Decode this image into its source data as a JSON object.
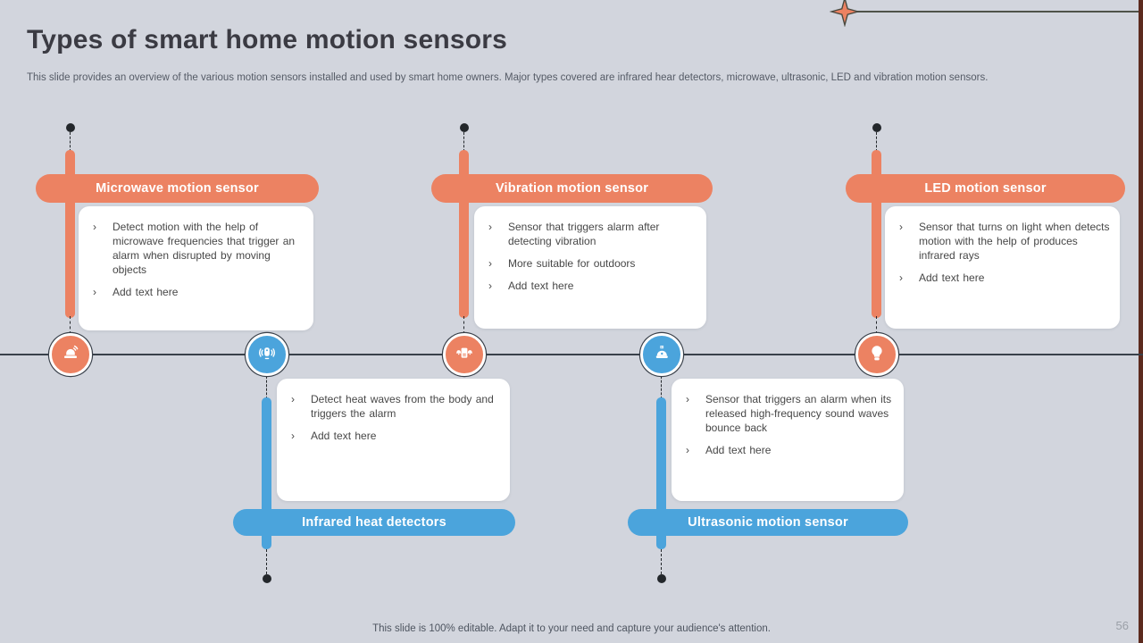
{
  "slide": {
    "title": "Types of smart home motion sensors",
    "subtitle": "This slide provides an overview of the various motion sensors installed and used by smart home owners. Major types covered are infrared hear detectors, microwave, ultrasonic, LED and vibration motion sensors.",
    "footer": "This slide is 100% editable. Adapt it to your need and capture your audience's attention.",
    "page_number": "56"
  },
  "decor": {
    "bullet_glyph": "›",
    "star_icon": "four-point-star-icon"
  },
  "colors": {
    "background": "#D2D5DD",
    "orange_accent": "#EC8262",
    "blue_accent": "#4BA4DC",
    "card": "#FFFFFF",
    "title_text": "#3B3B43",
    "body_text": "#474747",
    "timeline_line": "#39404A",
    "right_strip": "#5C2A1E"
  },
  "columns": [
    {
      "id": "microwave",
      "side": "top",
      "accent": "orange",
      "icon": "alarm-siren-icon",
      "title": "Microwave motion sensor",
      "bullets": [
        "Detect motion with the help of microwave frequencies that trigger an alarm when disrupted by moving objects",
        "Add text here"
      ]
    },
    {
      "id": "vibration",
      "side": "top",
      "accent": "orange",
      "icon": "vibration-alarm-icon",
      "title": "Vibration motion sensor",
      "bullets": [
        "Sensor that triggers alarm after detecting vibration",
        "More suitable for outdoors",
        "Add text here"
      ]
    },
    {
      "id": "led",
      "side": "top",
      "accent": "orange",
      "icon": "light-bulb-icon",
      "title": "LED motion sensor",
      "bullets": [
        "Sensor that turns on light when detects motion with the help of produces infrared rays",
        "Add text here"
      ]
    },
    {
      "id": "infrared",
      "side": "bottom",
      "accent": "blue",
      "icon": "motion-sensor-icon",
      "title": "Infrared heat detectors",
      "bullets": [
        "Detect heat waves from the body and triggers the alarm",
        "Add text here"
      ]
    },
    {
      "id": "ultrasonic",
      "side": "bottom",
      "accent": "blue",
      "icon": "ultrasonic-sensor-icon",
      "title": "Ultrasonic motion sensor",
      "bullets": [
        "Sensor that triggers an alarm when its released high-frequency sound waves bounce back",
        "Add text here"
      ]
    }
  ]
}
